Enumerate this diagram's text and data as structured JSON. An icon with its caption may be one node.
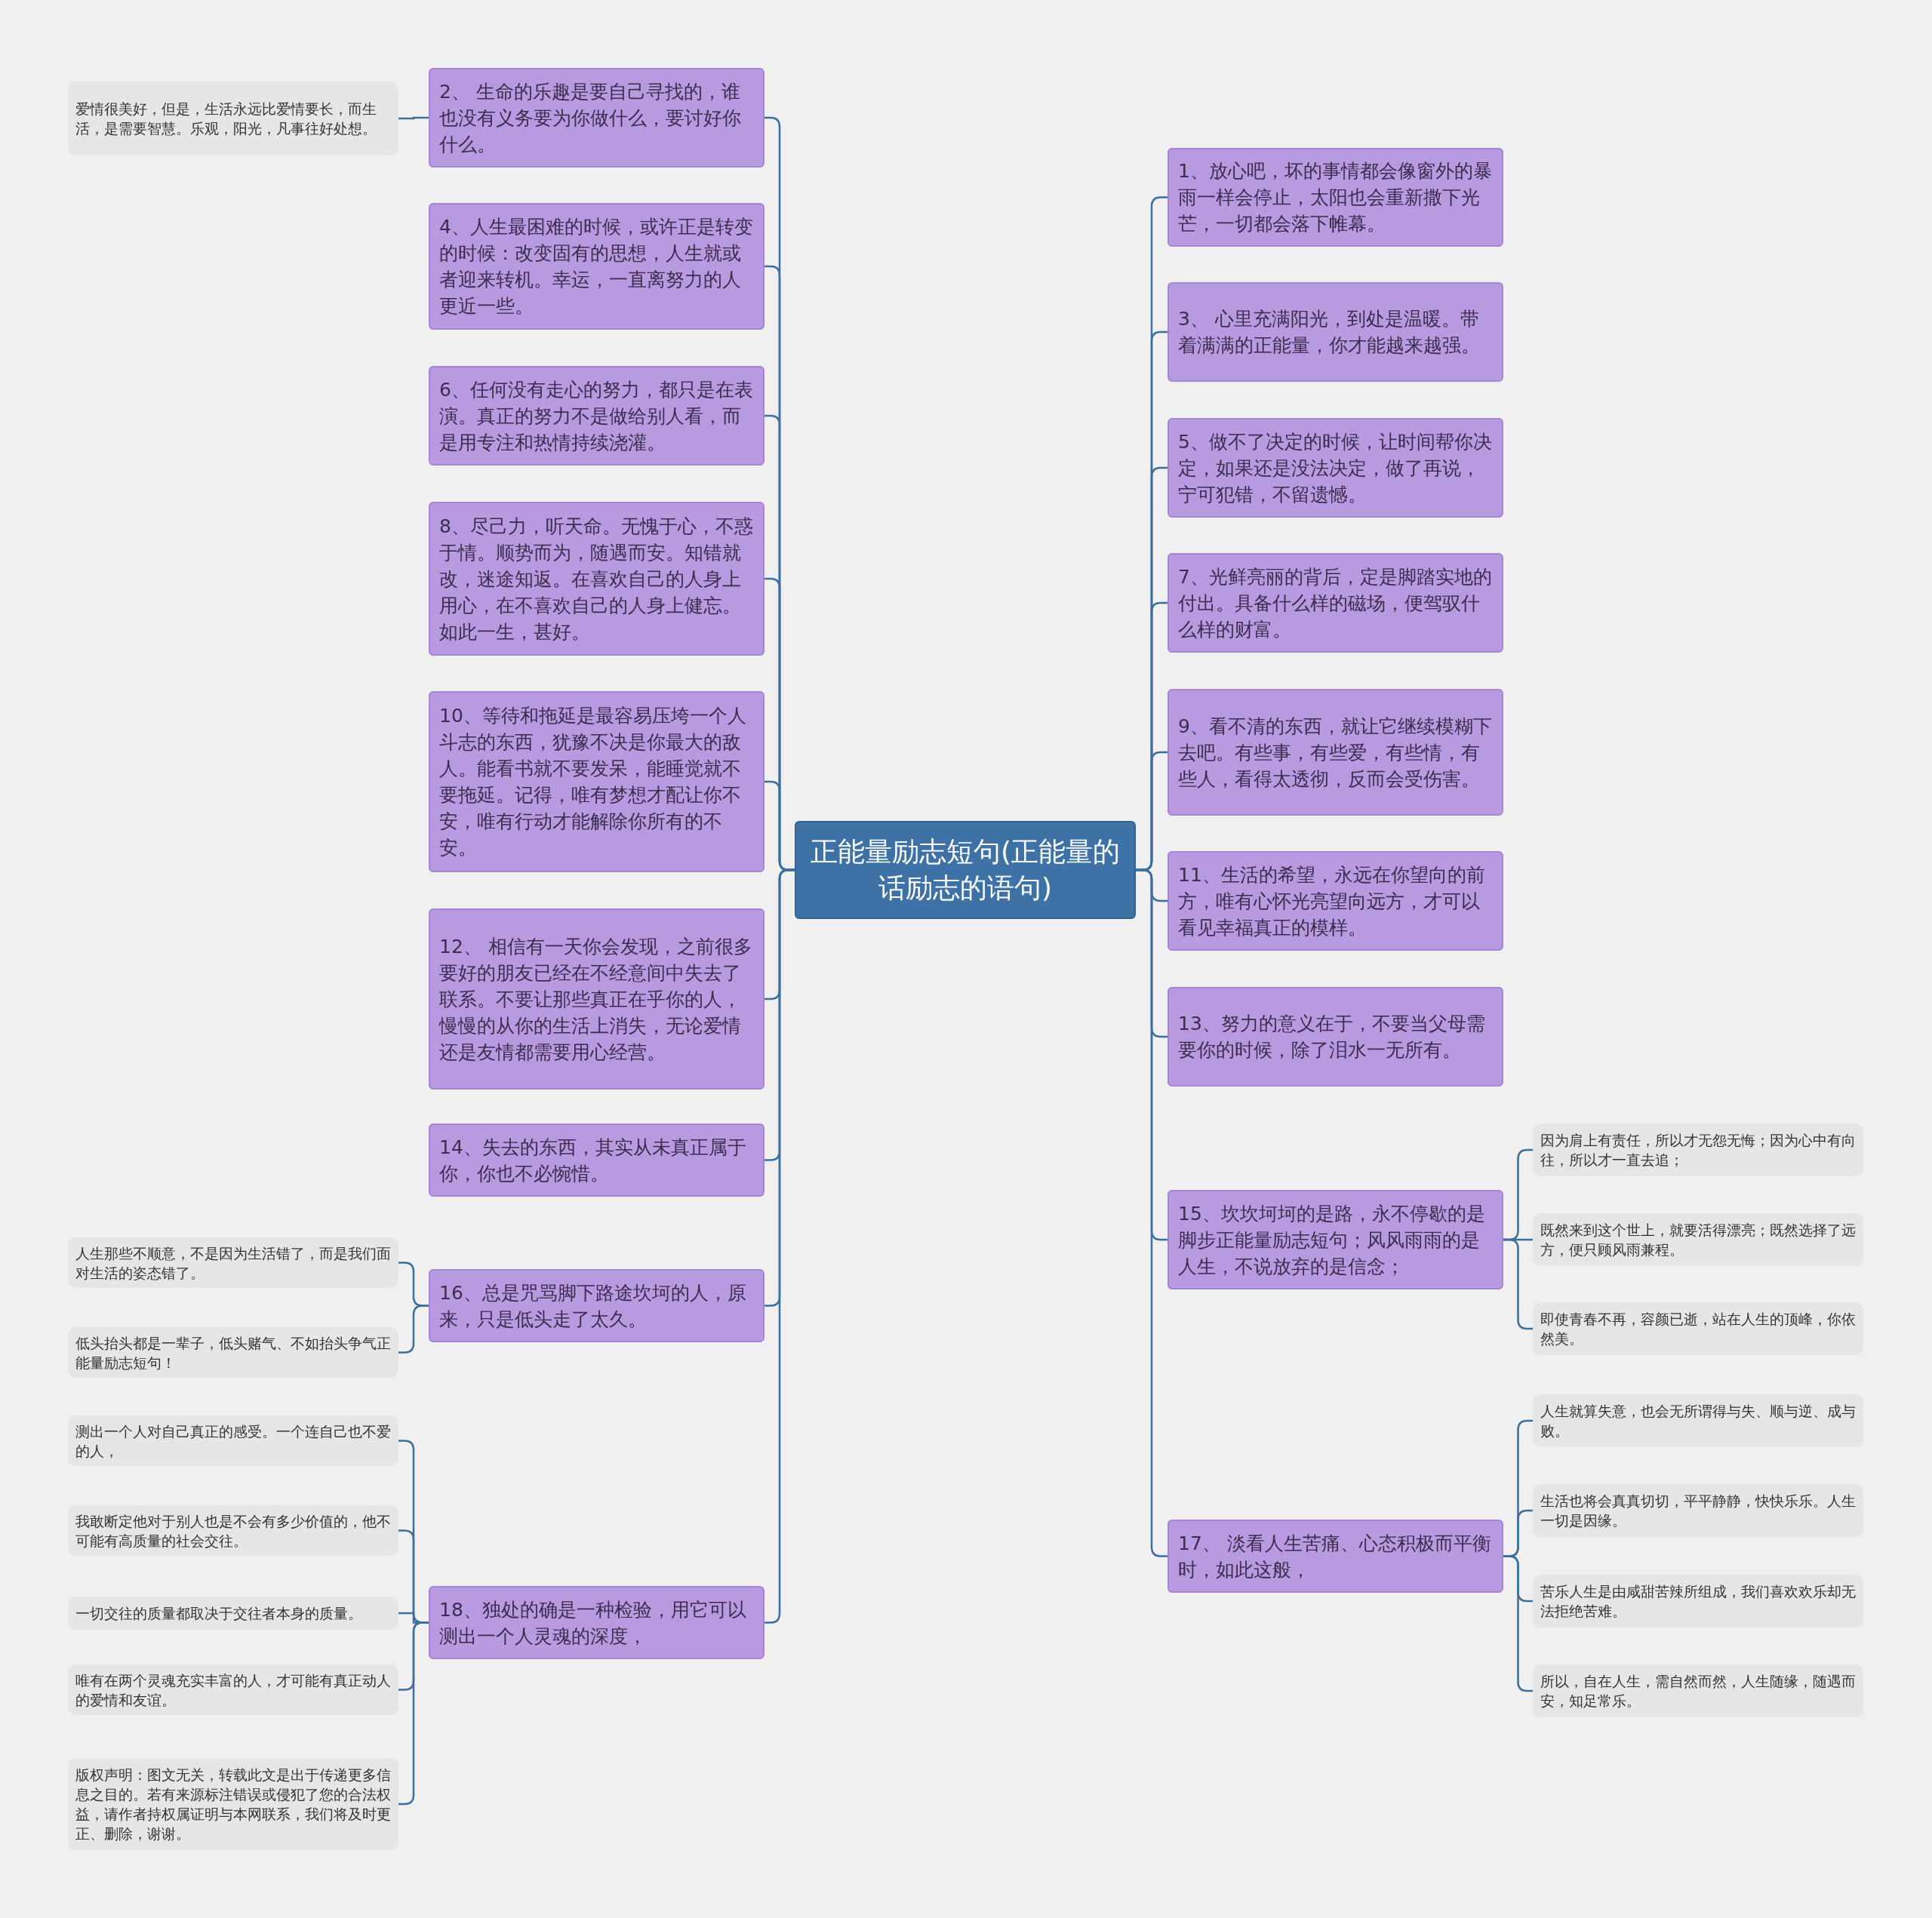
{
  "diagram": {
    "nodes": [
      {
        "text": [
          "正能量励志短句(正能量的话励志的语句)"
        ]
      },
      {
        "text": [
          "2、 生命的乐趣是要自己寻找的，谁也没有义务要为你做什么，要讨好你什么。"
        ]
      },
      {
        "text": [
          "4、人生最困难的时候，或许正是转变的时候：改变固有的思想，人生就或者迎来转机。幸运，一直离努力的人更近一些。"
        ]
      },
      {
        "text": [
          "6、任何没有走心的努力，都只是在表演。真正的努力不是做给别人看，而是用专注和热情持续浇灌。"
        ]
      },
      {
        "text": [
          "8、尽己力，听天命。无愧于心，不惑于情。顺势而为，随遇而安。知错就改，迷途知返。在喜欢自己的人身上用心，在不喜欢自己的人身上健忘。如此一生，甚好。"
        ]
      },
      {
        "text": [
          "10、等待和拖延是最容易压垮一个人斗志的东西，犹豫不决是你最大的敌人。能看书就不要发呆，能睡觉就不要拖延。记得，唯有梦想才配让你不安，唯有行动才能解除你所有的不安。"
        ]
      },
      {
        "text": [
          "12、 相信有一天你会发现，之前很多要好的朋友已经在不经意间中失去了联系。不要让那些真正在乎你的人，慢慢的从你的生活上消失，无论爱情还是友情都需要用心经营。"
        ]
      },
      {
        "text": [
          "14、失去的东西，其实从未真正属于你，你也不必惋惜。"
        ]
      },
      {
        "text": [
          "16、总是咒骂脚下路途坎坷的人，原来，只是低头走了太久。"
        ]
      },
      {
        "text": [
          "18、独处的确是一种检验，用它可以测出一个人灵魂的深度，"
        ]
      },
      {
        "text": [
          "1、放心吧，坏的事情都会像窗外的暴雨一样会停止，太阳也会重新撒下光芒，一切都会落下帷幕。"
        ]
      },
      {
        "text": [
          "3、 心里充满阳光，到处是温暖。带着满满的正能量，你才能越来越强。"
        ]
      },
      {
        "text": [
          "5、做不了决定的时候，让时间帮你决定，如果还是没法决定，做了再说，宁可犯错，不留遗憾。"
        ]
      },
      {
        "text": [
          "7、光鲜亮丽的背后，定是脚踏实地的付出。具备什么样的磁场，便驾驭什么样的财富。"
        ]
      },
      {
        "text": [
          "9、看不清的东西，就让它继续模糊下去吧。有些事，有些爱，有些情，有些人，看得太透彻，反而会受伤害。"
        ]
      },
      {
        "text": [
          "11、生活的希望，永远在你望向的前方，唯有心怀光亮望向远方，才可以看见幸福真正的模样。"
        ]
      },
      {
        "text": [
          "13、努力的意义在于，不要当父母需要你的时候，除了泪水一无所有。"
        ]
      },
      {
        "text": [
          "15、坎坎坷坷的是路，永不停歇的是脚步正能量励志短句；风风雨雨的是人生，不说放弃的是信念；"
        ]
      },
      {
        "text": [
          "17、 淡看人生苦痛、心态积极而平衡时，如此这般，"
        ]
      },
      {
        "text": [
          "爱情很美好，但是，生活永远比爱情要长，而生活，是需要智慧。乐观，阳光，凡事往好处想。"
        ]
      },
      {
        "text": [
          "人生那些不顺意，不是因为生活错了，而是我们面对生活的姿态错了。"
        ]
      },
      {
        "text": [
          "低头抬头都是一辈子，低头赌气、不如抬头争气正能量励志短句！"
        ]
      },
      {
        "text": [
          "测出一个人对自己真正的感受。一个连自己也不爱的人，"
        ]
      },
      {
        "text": [
          "我敢断定他对于别人也是不会有多少价值的，他不可能有高质量的社会交往。"
        ]
      },
      {
        "text": [
          "一切交往的质量都取决于交往者本身的质量。"
        ]
      },
      {
        "text": [
          "唯有在两个灵魂充实丰富的人，才可能有真正动人的爱情和友谊。"
        ]
      },
      {
        "text": [
          "版权声明：图文无关，转载此文是出于传递更多信息之目的。若有来源标注错误或侵犯了您的合法权益，请作者持权属证明与本网联系，我们将及时更正、删除，谢谢。"
        ]
      },
      {
        "text": [
          "因为肩上有责任，所以才无怨无悔；因为心中有向往，所以才一直去追；"
        ]
      },
      {
        "text": [
          "既然来到这个世上，就要活得漂亮；既然选择了远方，便只顾风雨兼程。"
        ]
      },
      {
        "text": [
          "即使青春不再，容颜已逝，站在人生的顶峰，你依然美。"
        ]
      },
      {
        "text": [
          "人生就算失意，也会无所谓得与失、顺与逆、成与败。"
        ]
      },
      {
        "text": [
          "生活也将会真真切切，平平静静，快快乐乐。人生一切是因缘。"
        ]
      },
      {
        "text": [
          "苦乐人生是由咸甜苦辣所组成，我们喜欢欢乐却无法拒绝苦难。"
        ]
      },
      {
        "text": [
          "所以，自在人生，需自然而然，人生随缘，随遇而安，知足常乐。"
        ]
      }
    ],
    "edges": [
      {
        "from": 0,
        "to": 1,
        "arrow": "none"
      },
      {
        "from": 0,
        "to": 2,
        "arrow": "none"
      },
      {
        "from": 0,
        "to": 3,
        "arrow": "none"
      },
      {
        "from": 0,
        "to": 4,
        "arrow": "none"
      },
      {
        "from": 0,
        "to": 5,
        "arrow": "none"
      },
      {
        "from": 0,
        "to": 6,
        "arrow": "none"
      },
      {
        "from": 0,
        "to": 7,
        "arrow": "none"
      },
      {
        "from": 0,
        "to": 8,
        "arrow": "none"
      },
      {
        "from": 0,
        "to": 9,
        "arrow": "none"
      },
      {
        "from": 0,
        "to": 10,
        "arrow": "none"
      },
      {
        "from": 0,
        "to": 11,
        "arrow": "none"
      },
      {
        "from": 0,
        "to": 12,
        "arrow": "none"
      },
      {
        "from": 0,
        "to": 13,
        "arrow": "none"
      },
      {
        "from": 0,
        "to": 14,
        "arrow": "none"
      },
      {
        "from": 0,
        "to": 15,
        "arrow": "none"
      },
      {
        "from": 0,
        "to": 16,
        "arrow": "none"
      },
      {
        "from": 0,
        "to": 17,
        "arrow": "none"
      },
      {
        "from": 0,
        "to": 18,
        "arrow": "none"
      },
      {
        "from": 1,
        "to": 19,
        "arrow": "none"
      },
      {
        "from": 8,
        "to": 20,
        "arrow": "none"
      },
      {
        "from": 8,
        "to": 21,
        "arrow": "none"
      },
      {
        "from": 9,
        "to": 22,
        "arrow": "none"
      },
      {
        "from": 9,
        "to": 23,
        "arrow": "none"
      },
      {
        "from": 9,
        "to": 24,
        "arrow": "none"
      },
      {
        "from": 9,
        "to": 25,
        "arrow": "none"
      },
      {
        "from": 9,
        "to": 26,
        "arrow": "none"
      },
      {
        "from": 17,
        "to": 27,
        "arrow": "none"
      },
      {
        "from": 17,
        "to": 28,
        "arrow": "none"
      },
      {
        "from": 17,
        "to": 29,
        "arrow": "none"
      },
      {
        "from": 18,
        "to": 30,
        "arrow": "none"
      },
      {
        "from": 18,
        "to": 31,
        "arrow": "none"
      },
      {
        "from": 18,
        "to": 32,
        "arrow": "none"
      },
      {
        "from": 18,
        "to": 33,
        "arrow": "none"
      }
    ]
  }
}
